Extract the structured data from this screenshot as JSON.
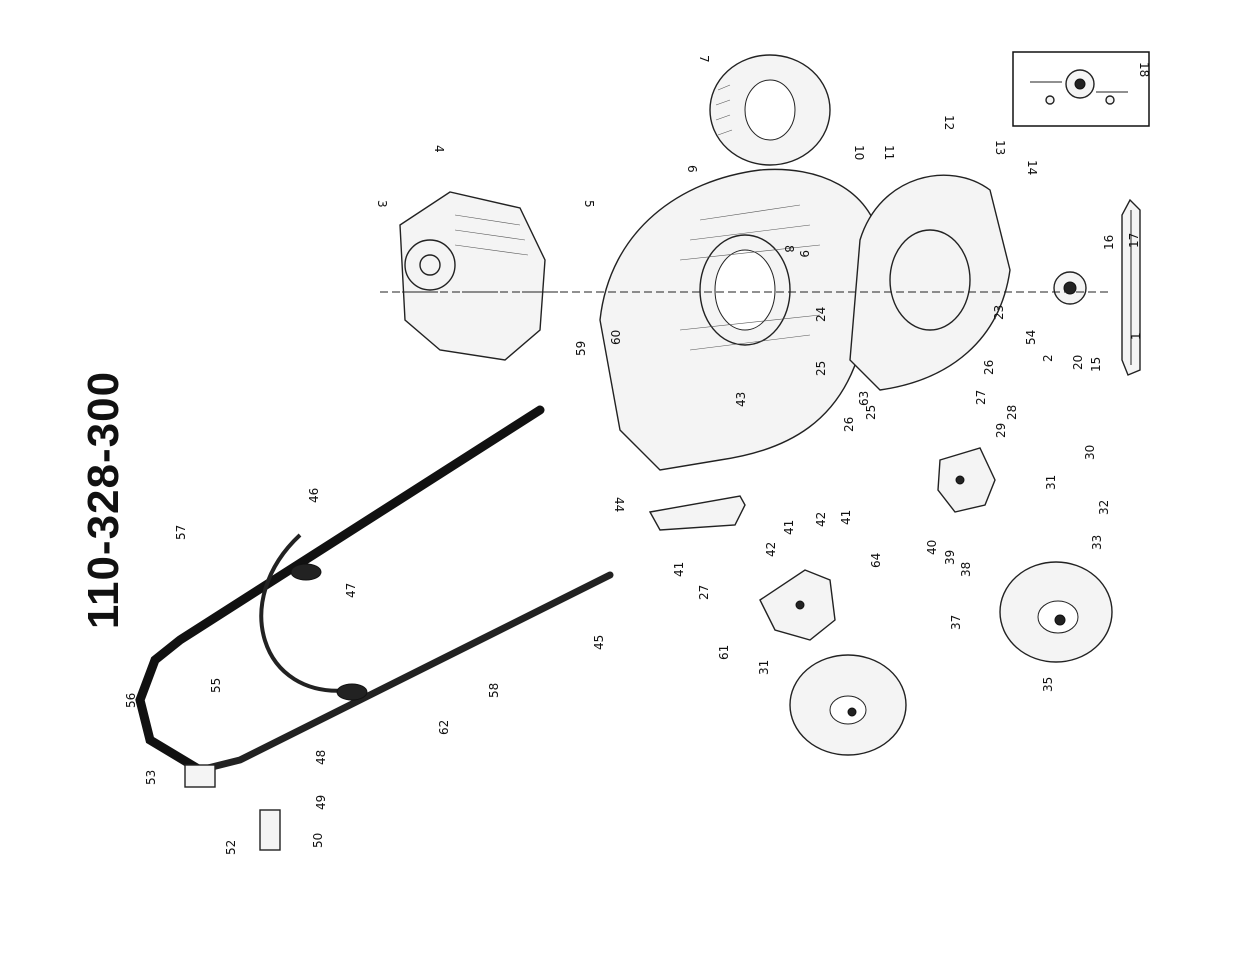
{
  "title": "110-328-300",
  "inset_label": "18",
  "callouts": [
    {
      "id": "c1",
      "label": "1"
    },
    {
      "id": "c2",
      "label": "2"
    },
    {
      "id": "c3",
      "label": "3"
    },
    {
      "id": "c4",
      "label": "4"
    },
    {
      "id": "c5",
      "label": "5"
    },
    {
      "id": "c6",
      "label": "6"
    },
    {
      "id": "c7",
      "label": "7"
    },
    {
      "id": "c8",
      "label": "8"
    },
    {
      "id": "c9",
      "label": "9"
    },
    {
      "id": "c10",
      "label": "10"
    },
    {
      "id": "c11",
      "label": "11"
    },
    {
      "id": "c12",
      "label": "12"
    },
    {
      "id": "c13",
      "label": "13"
    },
    {
      "id": "c14",
      "label": "14"
    },
    {
      "id": "c15",
      "label": "15"
    },
    {
      "id": "c16",
      "label": "16"
    },
    {
      "id": "c17",
      "label": "17"
    },
    {
      "id": "c20",
      "label": "20"
    },
    {
      "id": "c23",
      "label": "23"
    },
    {
      "id": "c24",
      "label": "24"
    },
    {
      "id": "c25a",
      "label": "25"
    },
    {
      "id": "c25b",
      "label": "25"
    },
    {
      "id": "c26a",
      "label": "26"
    },
    {
      "id": "c26b",
      "label": "26"
    },
    {
      "id": "c27a",
      "label": "27"
    },
    {
      "id": "c27b",
      "label": "27"
    },
    {
      "id": "c28",
      "label": "28"
    },
    {
      "id": "c29",
      "label": "29"
    },
    {
      "id": "c30",
      "label": "30"
    },
    {
      "id": "c31a",
      "label": "31"
    },
    {
      "id": "c31b",
      "label": "31"
    },
    {
      "id": "c32",
      "label": "32"
    },
    {
      "id": "c33",
      "label": "33"
    },
    {
      "id": "c35",
      "label": "35"
    },
    {
      "id": "c37",
      "label": "37"
    },
    {
      "id": "c38",
      "label": "38"
    },
    {
      "id": "c39",
      "label": "39"
    },
    {
      "id": "c40",
      "label": "40"
    },
    {
      "id": "c41a",
      "label": "41"
    },
    {
      "id": "c41b",
      "label": "41"
    },
    {
      "id": "c41c",
      "label": "41"
    },
    {
      "id": "c42a",
      "label": "42"
    },
    {
      "id": "c42b",
      "label": "42"
    },
    {
      "id": "c43",
      "label": "43"
    },
    {
      "id": "c44",
      "label": "44"
    },
    {
      "id": "c45",
      "label": "45"
    },
    {
      "id": "c46",
      "label": "46"
    },
    {
      "id": "c47",
      "label": "47"
    },
    {
      "id": "c48",
      "label": "48"
    },
    {
      "id": "c49",
      "label": "49"
    },
    {
      "id": "c50",
      "label": "50"
    },
    {
      "id": "c52",
      "label": "52"
    },
    {
      "id": "c53",
      "label": "53"
    },
    {
      "id": "c54",
      "label": "54"
    },
    {
      "id": "c55",
      "label": "55"
    },
    {
      "id": "c56",
      "label": "56"
    },
    {
      "id": "c57",
      "label": "57"
    },
    {
      "id": "c58",
      "label": "58"
    },
    {
      "id": "c59",
      "label": "59"
    },
    {
      "id": "c60",
      "label": "60"
    },
    {
      "id": "c61",
      "label": "61"
    },
    {
      "id": "c62",
      "label": "62"
    },
    {
      "id": "c63",
      "label": "63"
    },
    {
      "id": "c64",
      "label": "64"
    }
  ]
}
